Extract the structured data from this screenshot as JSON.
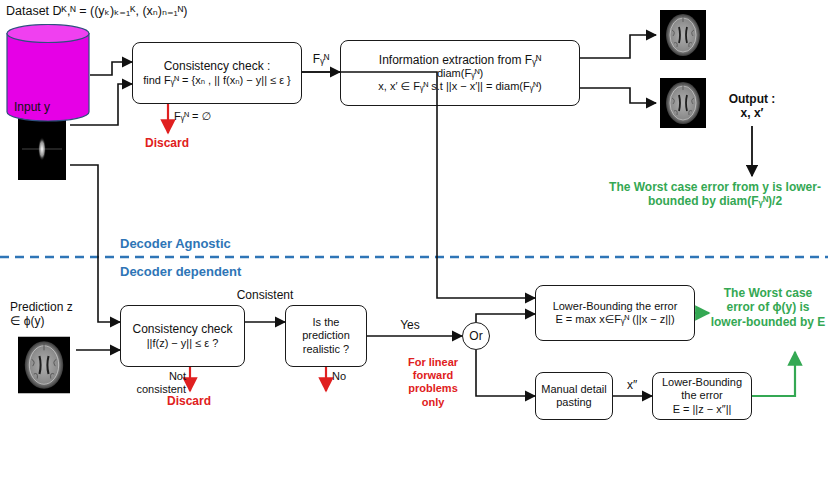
{
  "diagram": {
    "nodes": [
      {
        "text": [
          "Dataset Dᴷ,ᴺ = ((yₖ)ₖ₌₁ᴷ, (xₙ)ₙ₌₁ᴺ)"
        ]
      },
      {
        "text": [
          "Input y"
        ]
      },
      {
        "text": [
          "Consistency check :",
          "find Fᵧᴺ = {xₙ , || f(xₙ) − y|| ≤ ε }"
        ]
      },
      {
        "text": [
          "Information extraction from Fᵧᴺ",
          "diam(Fᵧᴺ)",
          "x, x′ ∈ Fᵧᴺ s.t ||x − x′|| = diam(Fᵧᴺ)"
        ]
      },
      {
        "text": [
          "Prediction z ∈ ϕ(y)"
        ]
      },
      {
        "text": [
          "Consistency check",
          "||f(z) − y|| ≤ ε ?"
        ]
      },
      {
        "text": [
          "Is the prediction realistic ?"
        ]
      },
      {
        "text": [
          "Or"
        ]
      },
      {
        "text": [
          "Lower-Bounding the error",
          "E = max x∈Fᵧᴺ (||x − z||)"
        ]
      },
      {
        "text": [
          "Manual detail pasting"
        ]
      },
      {
        "text": [
          "Lower-Bounding the error",
          "E = ||z − x″||"
        ]
      }
    ],
    "edges": [
      {
        "from": 0,
        "to": 2,
        "arrow": "to"
      },
      {
        "from": 1,
        "to": 2,
        "arrow": "to"
      },
      {
        "from": 2,
        "to": 3,
        "arrow": "to",
        "label": "Fᵧᴺ"
      },
      {
        "from": 2,
        "to": 8,
        "arrow": "to"
      },
      {
        "from": 1,
        "to": 5,
        "arrow": "to"
      },
      {
        "from": 4,
        "to": 5,
        "arrow": "to"
      },
      {
        "from": 5,
        "to": 6,
        "arrow": "to",
        "label": "Consistent"
      },
      {
        "from": 6,
        "to": 7,
        "arrow": "to",
        "label": "Yes"
      },
      {
        "from": 7,
        "to": 8,
        "arrow": "to"
      },
      {
        "from": 7,
        "to": 9,
        "arrow": "to"
      },
      {
        "from": 9,
        "to": 10,
        "arrow": "to",
        "label": "x″"
      }
    ],
    "labels": [
      "Fᵧᴺ = ∅",
      "Discard",
      "Output : x, x′",
      "The Worst case error from y is lower-bounded by diam(Fᵧᴺ)/2",
      "Decoder Agnostic",
      "Decoder dependent",
      "Not consistent",
      "Discard",
      "No",
      "For linear forward problems only",
      "The Worst case error of ϕ(y) is lower-bounded by E"
    ]
  }
}
